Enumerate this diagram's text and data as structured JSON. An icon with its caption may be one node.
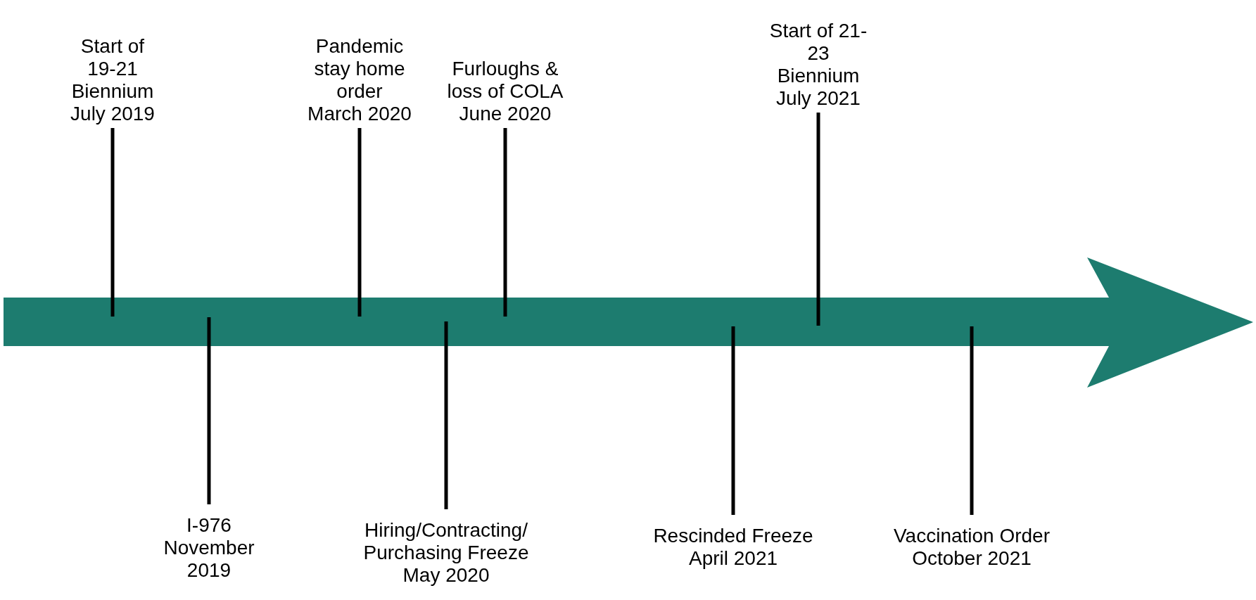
{
  "diagram": {
    "nodes": [
      {
        "text": [],
        "shape": "arrow"
      },
      {
        "text": [
          "Start of 19-21 Biennium July 2019"
        ]
      },
      {
        "text": [
          "I-976 November 2019"
        ]
      },
      {
        "text": [
          "Pandemic stay home order March 2020"
        ]
      },
      {
        "text": [
          "Hiring/Contracting/ Purchasing Freeze May 2020"
        ]
      },
      {
        "text": [
          "Furloughs & loss of COLA June 2020"
        ]
      },
      {
        "text": [
          "Rescinded Freeze April 2021"
        ]
      },
      {
        "text": [
          "Start of 21- 23 Biennium July 2021"
        ]
      },
      {
        "text": [
          "Vaccination Order October 2021"
        ]
      }
    ],
    "edges": [
      {
        "from": 1,
        "to": 0,
        "arrow": "none"
      },
      {
        "from": 2,
        "to": 0,
        "arrow": "none"
      },
      {
        "from": 3,
        "to": 0,
        "arrow": "none"
      },
      {
        "from": 4,
        "to": 0,
        "arrow": "none"
      },
      {
        "from": 5,
        "to": 0,
        "arrow": "none"
      },
      {
        "from": 6,
        "to": 0,
        "arrow": "none"
      },
      {
        "from": 7,
        "to": 0,
        "arrow": "none"
      },
      {
        "from": 8,
        "to": 0,
        "arrow": "none"
      }
    ]
  }
}
